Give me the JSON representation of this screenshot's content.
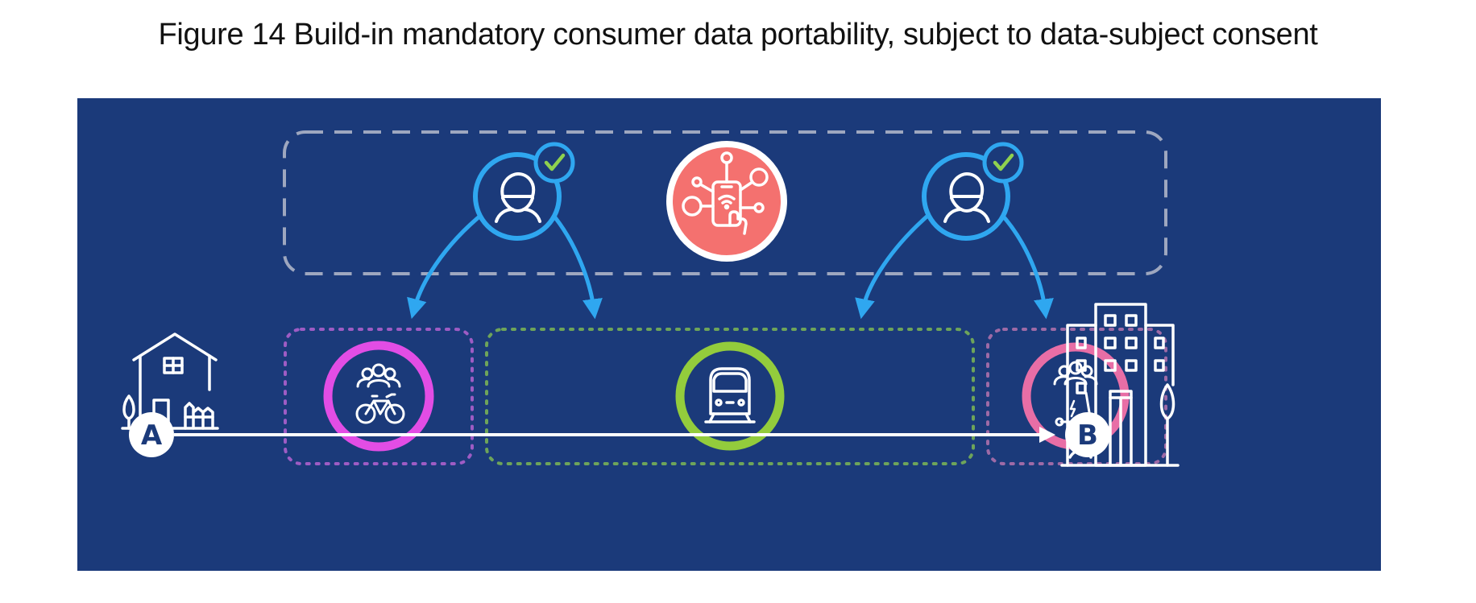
{
  "figure": {
    "caption": "Figure 14 Build-in mandatory consumer data portability, subject to data-subject consent"
  },
  "colors": {
    "panel_background": "#1b3a7a",
    "arrow_blue": "#2fa7f0",
    "consent_check_green": "#8fd14f",
    "app_hub_red": "#f4716f",
    "bike_ring_magenta": "#e24de5",
    "transit_ring_green": "#93cc3c",
    "scooter_ring_pink": "#e86ea6"
  },
  "endpoints": {
    "start_label": "A",
    "end_label": "B"
  },
  "icons": [
    "user-consent-icon",
    "smartphone-data-hub-icon",
    "house-icon",
    "shared-bike-icon",
    "train-icon",
    "shared-scooter-icon",
    "office-buildings-icon"
  ]
}
